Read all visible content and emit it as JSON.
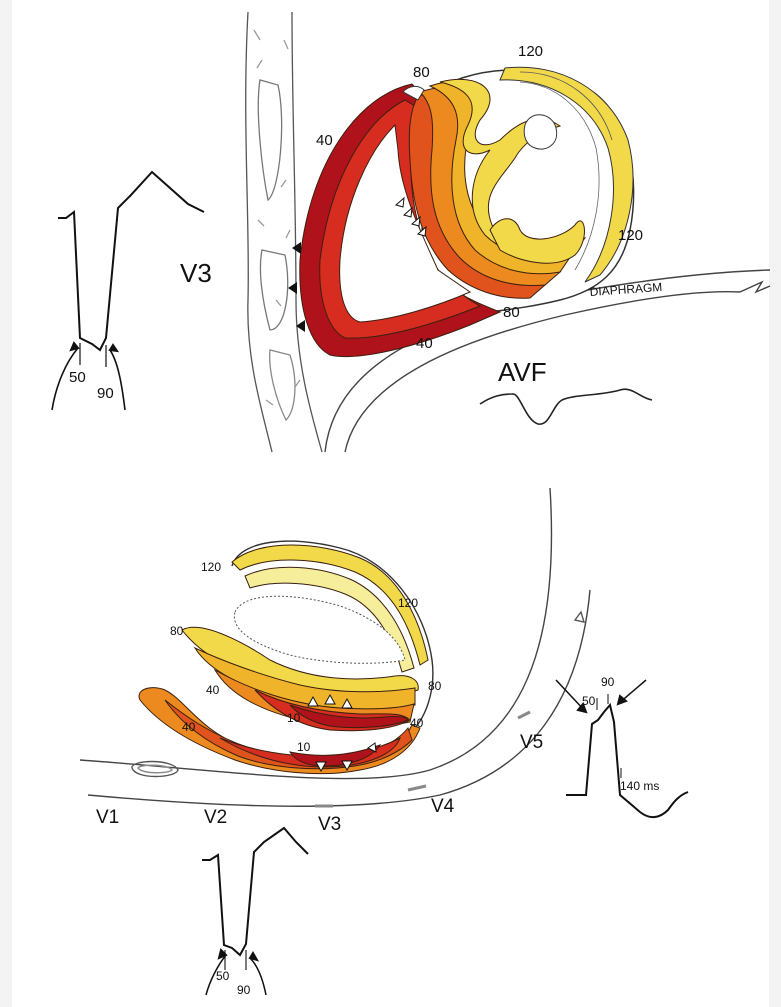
{
  "top_panel": {
    "lead_label": "V3",
    "diaphragm_label": "DIAPHRAGM",
    "avf_label": "AVF",
    "isochrones": {
      "rv_free_wall": "40",
      "top_septum": "80",
      "top_right": "120",
      "lv_right": "120",
      "inferior_80": "80",
      "inferior_40": "40"
    },
    "ecg_marks": {
      "left": "50",
      "right": "90"
    }
  },
  "bottom_panel": {
    "leads": [
      "V1",
      "V2",
      "V3",
      "V4",
      "V5"
    ],
    "isochrones": {
      "top_left": "120",
      "top_right": "120",
      "left_80": "80",
      "right_80": "80",
      "left_40_upper": "40",
      "left_40_lower": "40",
      "right_40": "40",
      "inner_10_upper": "10",
      "inner_10_lower": "10"
    },
    "v3_ecg_marks": {
      "left": "50",
      "right": "90"
    },
    "v5_ecg_marks": {
      "left": "50",
      "right": "90",
      "time": "140 ms"
    }
  },
  "colors": {
    "dark_red": "#b0121b",
    "red": "#d62d20",
    "orange_red": "#e0531c",
    "orange": "#ec8a1f",
    "amber": "#f0b42a",
    "yellow": "#f1d94a",
    "pale_yellow": "#f6ee9a"
  }
}
